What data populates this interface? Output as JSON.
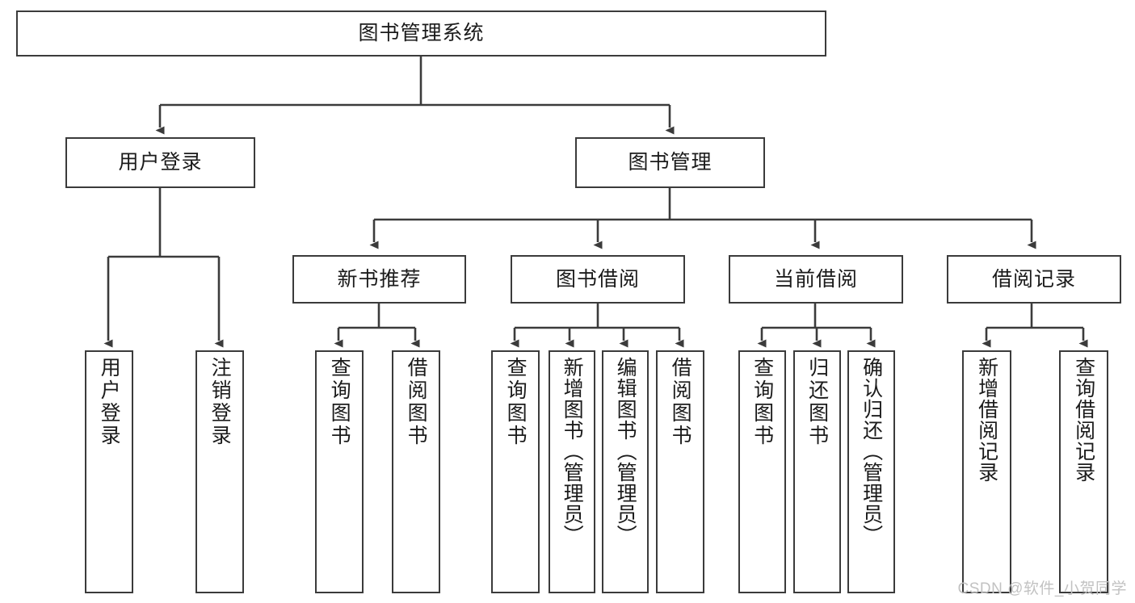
{
  "diagram": {
    "type": "tree",
    "title": "图书管理系统",
    "colors": {
      "box_border": "#3b3b3b",
      "box_fill": "#ffffff",
      "edge": "#3b3b3b",
      "text": "#1b1b1b",
      "watermark": "#c2c2c2"
    },
    "root": {
      "label": "图书管理系统"
    },
    "level1": [
      {
        "label": "用户登录"
      },
      {
        "label": "图书管理"
      }
    ],
    "level2": [
      {
        "label": "新书推荐"
      },
      {
        "label": "图书借阅"
      },
      {
        "label": "当前借阅"
      },
      {
        "label": "借阅记录"
      }
    ],
    "leaves": [
      {
        "label": "用户登录",
        "parent": "用户登录"
      },
      {
        "label": "注销登录",
        "parent": "用户登录"
      },
      {
        "label": "查询图书",
        "parent": "新书推荐"
      },
      {
        "label": "借阅图书",
        "parent": "新书推荐"
      },
      {
        "label": "查询图书",
        "parent": "图书借阅"
      },
      {
        "label": "新增图书（管理员）",
        "parent": "图书借阅"
      },
      {
        "label": "编辑图书（管理员）",
        "parent": "图书借阅"
      },
      {
        "label": "借阅图书",
        "parent": "图书借阅"
      },
      {
        "label": "查询图书",
        "parent": "当前借阅"
      },
      {
        "label": "归还图书",
        "parent": "当前借阅"
      },
      {
        "label": "确认归还（管理员）",
        "parent": "当前借阅"
      },
      {
        "label": "新增借阅记录",
        "parent": "借阅记录"
      },
      {
        "label": "查询借阅记录",
        "parent": "借阅记录"
      }
    ],
    "watermark": "CSDN @软件_小贺同学"
  }
}
